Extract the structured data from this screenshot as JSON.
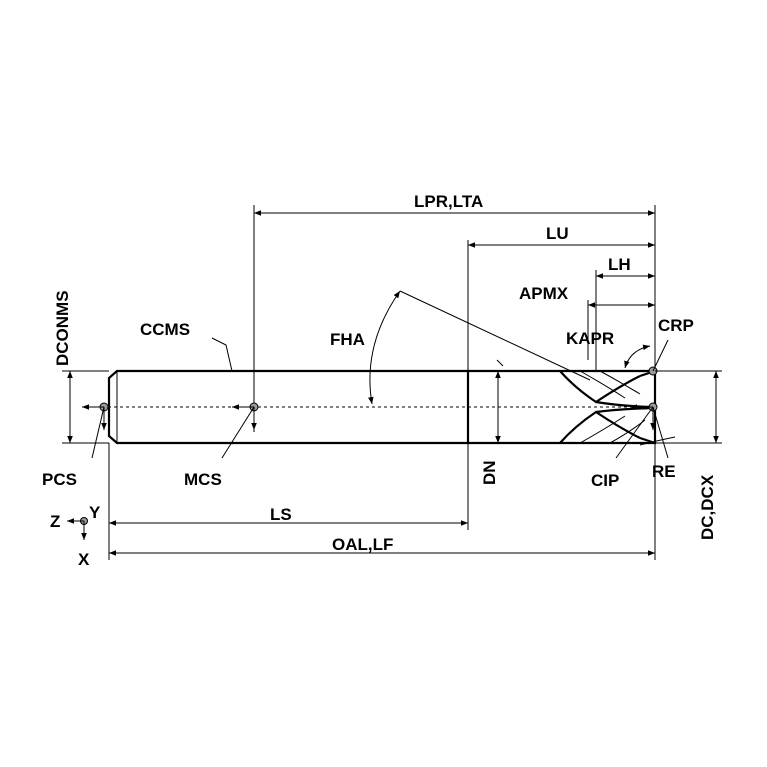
{
  "labels": {
    "lpr_lta": "LPR,LTA",
    "lu": "LU",
    "lh": "LH",
    "apmx": "APMX",
    "kapr": "KAPR",
    "crp": "CRP",
    "dconms": "DCONMS",
    "ccms": "CCMS",
    "fha": "FHA",
    "pcs": "PCS",
    "mcs": "MCS",
    "dn": "DN",
    "cip": "CIP",
    "re": "RE",
    "dc_dcx": "DC,DCX",
    "ls": "LS",
    "oal_lf": "OAL,LF",
    "axis_z": "Z",
    "axis_y": "Y",
    "axis_x": "X"
  }
}
